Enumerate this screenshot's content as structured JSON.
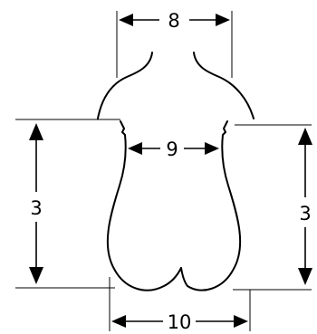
{
  "diagram": {
    "measurements": {
      "top_width": "8",
      "waist_width": "9",
      "bottom_width": "10",
      "left_height": "3",
      "right_height": "3"
    }
  }
}
